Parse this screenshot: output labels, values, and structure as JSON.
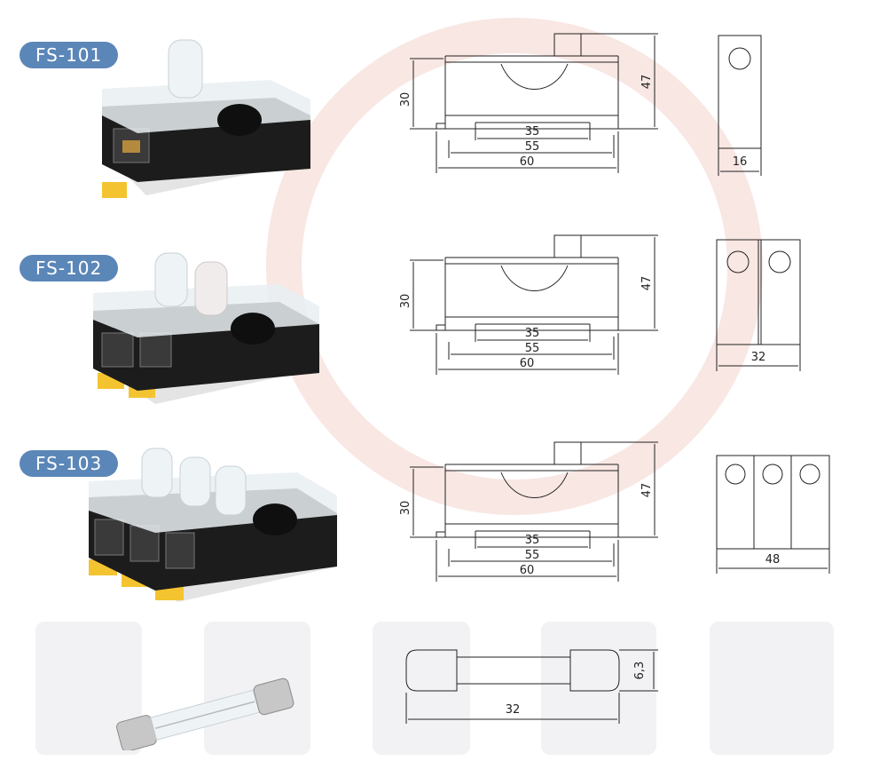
{
  "products": [
    {
      "model": "FS-101",
      "dims": {
        "height": "30",
        "overall_height": "47",
        "rail": "35",
        "base": "55",
        "length": "60",
        "width": "16"
      }
    },
    {
      "model": "FS-102",
      "dims": {
        "height": "30",
        "overall_height": "47",
        "rail": "35",
        "base": "55",
        "length": "60",
        "width": "32"
      }
    },
    {
      "model": "FS-103",
      "dims": {
        "height": "30",
        "overall_height": "47",
        "rail": "35",
        "base": "55",
        "length": "60",
        "width": "48"
      }
    }
  ],
  "fuse": {
    "length": "32",
    "diameter": "6,3"
  },
  "colors": {
    "badge": "#5b86b8",
    "terminal": "#f4c430",
    "body": "#1c1c1c",
    "line": "#222222"
  }
}
